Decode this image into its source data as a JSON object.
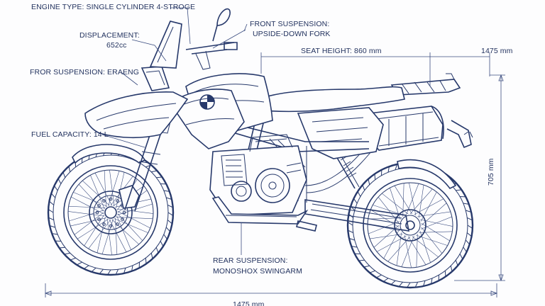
{
  "labels": {
    "engine_type": "ENGINE TYPE: SINGLE CYLINDER 4-STROGE",
    "displacement_title": "DISPLACEMENT:",
    "displacement_value": "652cc",
    "front_suspension_title": "FRONT SUSPENSION:",
    "front_suspension_value": "UPSIDE-DOWN FORK",
    "fror_suspension": "FROR SUSPENSION:  ERAENG",
    "seat_height": "SEAT HEIGHT: 860 mm",
    "overall_height": "1475 mm",
    "fuel_capacity": "FUEL CAPACITY: 14 L",
    "wheel_height": "705 mm",
    "rear_suspension_title": "REAR SUSPENSION:",
    "rear_suspension_value": "MONOSHOX SWINGARM",
    "overall_length": "1475 mm"
  },
  "icons": {
    "brand_logo": "roundel-logo-icon"
  },
  "colors": {
    "line": "#27396b",
    "text": "#1f2f5c",
    "paper": "#fdfdfe"
  }
}
